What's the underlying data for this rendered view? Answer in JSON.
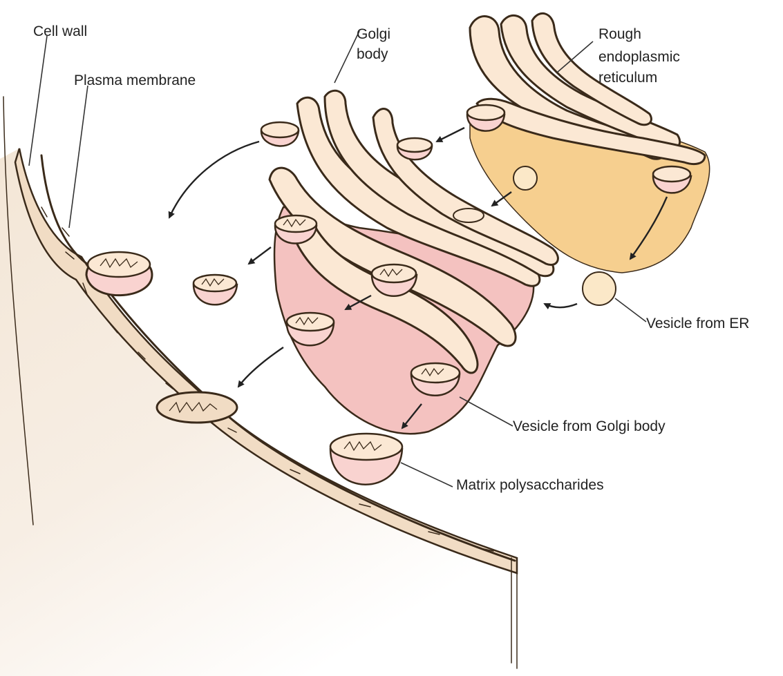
{
  "labels": {
    "cell_wall": "Cell wall",
    "plasma_membrane": "Plasma membrane",
    "golgi_body_line1": "Golgi",
    "golgi_body_line2": "body",
    "rough_er_line1": "Rough",
    "rough_er_line2": "endoplasmic",
    "rough_er_line3": "reticulum",
    "vesicle_from_er": "Vesicle from ER",
    "vesicle_from_golgi": "Vesicle from Golgi body",
    "matrix_polysaccharides": "Matrix polysaccharides"
  },
  "colors": {
    "cytoplasm": "#f5ebe0",
    "cell_wall": "#f1dcc4",
    "golgi_body": "#f4c2c0",
    "golgi_cisternae": "#fbe8d4",
    "rough_er": "#f6cf8f",
    "vesicle": "#f9d3d0",
    "outline": "#3a2a1a"
  }
}
